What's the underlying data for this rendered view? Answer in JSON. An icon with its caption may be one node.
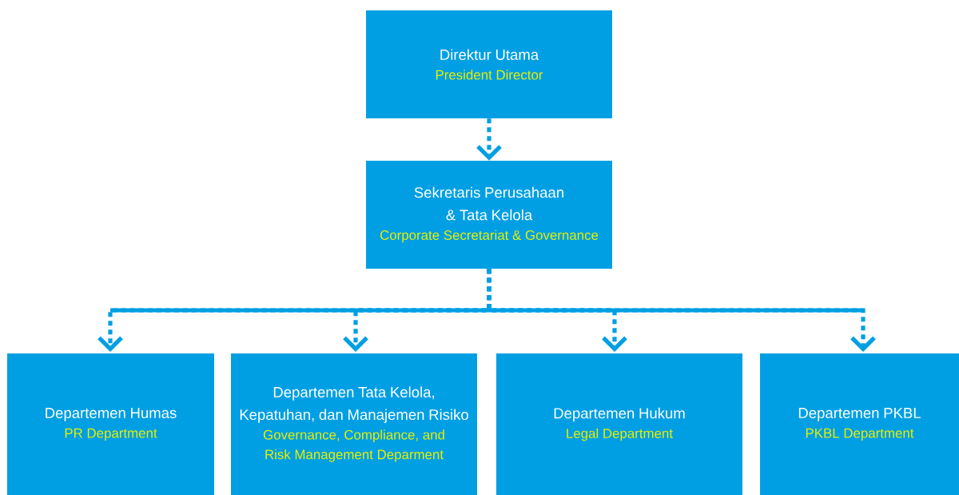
{
  "diagram": {
    "nodes": [
      {
        "text": [
          "Direktur Utama",
          "President Director"
        ]
      },
      {
        "text": [
          "Sekretaris Perusahaan & Tata Kelola",
          "Corporate Secretariat & Governance"
        ]
      },
      {
        "text": [
          "Departemen Humas",
          "PR Department"
        ]
      },
      {
        "text": [
          "Departemen Tata Kelola, Kepatuhan, dan Manajemen Risiko",
          "Governance, Compliance, and Risk Management Deparment"
        ]
      },
      {
        "text": [
          "Departemen Hukum",
          "Legal Department"
        ]
      },
      {
        "text": [
          "Departemen PKBL",
          "PKBL Department"
        ]
      }
    ],
    "edges": [
      {
        "from": 0,
        "to": 1,
        "arrow": "to",
        "style": "dashed"
      },
      {
        "from": 1,
        "to": 2,
        "arrow": "to",
        "style": "dashed"
      },
      {
        "from": 1,
        "to": 3,
        "arrow": "to",
        "style": "dashed"
      },
      {
        "from": 1,
        "to": 4,
        "arrow": "to",
        "style": "dashed"
      },
      {
        "from": 1,
        "to": 5,
        "arrow": "to",
        "style": "dashed"
      }
    ]
  }
}
